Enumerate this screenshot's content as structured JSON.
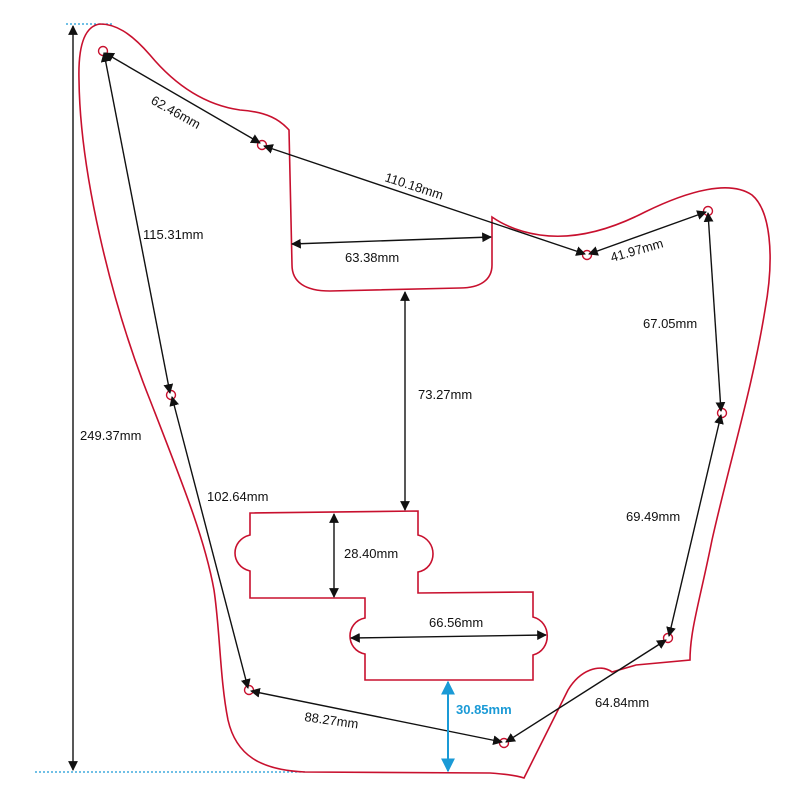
{
  "colors": {
    "outline": "#c8102e",
    "highlight": "#1a9ad6",
    "dimension": "#111111"
  },
  "dimensions": {
    "overall_height": "249.37mm",
    "top_holes": "62.46mm",
    "upper_span": "110.18mm",
    "neck_pocket_width": "63.38mm",
    "right_top": "41.97mm",
    "left_upper": "115.31mm",
    "right_upper": "67.05mm",
    "pocket_to_pickup": "73.27mm",
    "left_lower": "102.64mm",
    "right_lower": "69.49mm",
    "pickup_height": "28.40mm",
    "pickup_width": "66.56mm",
    "bottom_left": "88.27mm",
    "bottom_right": "64.84mm",
    "pickup_to_edge": "30.85mm"
  }
}
